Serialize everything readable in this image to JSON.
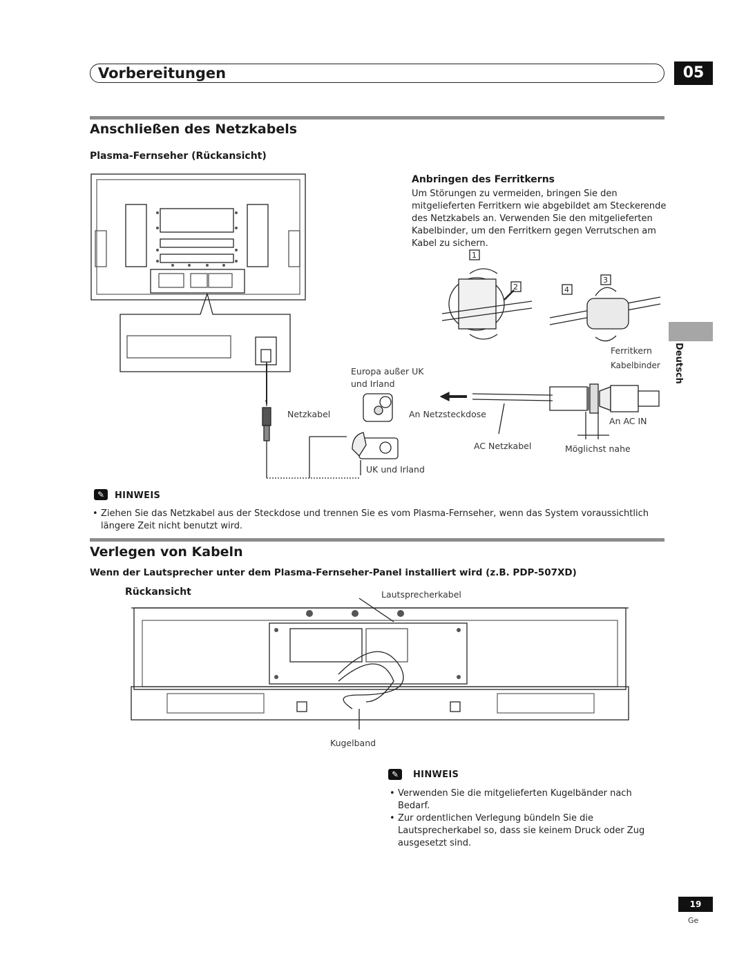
{
  "header": {
    "chapter_title": "Vorbereitungen",
    "chapter_number": "05"
  },
  "section1": {
    "title": "Anschließen des Netzkabels",
    "subtitle": "Plasma-Fernseher (Rückansicht)",
    "ferrite": {
      "title": "Anbringen des Ferritkerns",
      "text": "Um Störungen zu vermeiden, bringen Sie den mitgelieferten Ferritkern wie abgebildet am Steckerende des Netzkabels an. Verwenden Sie den mitgelieferten Kabelbinder, um den Ferritkern gegen Verrutschen am Kabel zu sichern."
    },
    "steps": [
      "1",
      "2",
      "3",
      "4"
    ],
    "labels": {
      "ferritkern": "Ferritkern",
      "kabelbinder": "Kabelbinder",
      "europa": "Europa außer UK",
      "und_irland": "und Irland",
      "netzkabel": "Netzkabel",
      "an_netzsteckdose": "An Netzsteckdose",
      "an_ac_in": "An AC IN",
      "ac_netzkabel": "AC Netzkabel",
      "moeglichst_nahe": "Möglichst nahe",
      "uk_und_irland": "UK und Irland"
    },
    "note": {
      "title": "HINWEIS",
      "items": [
        "Ziehen Sie das Netzkabel aus der Steckdose und trennen Sie es vom Plasma-Fernseher, wenn das System voraussichtlich längere Zeit nicht benutzt wird."
      ]
    }
  },
  "section2": {
    "title": "Verlegen von Kabeln",
    "subtitle": "Wenn der Lautsprecher unter dem Plasma-Fernseher-Panel installiert wird (z.B. PDP-507XD)",
    "rear_label": "Rückansicht",
    "labels": {
      "lautsprecherkabel": "Lautsprecherkabel",
      "kugelband": "Kugelband"
    },
    "note": {
      "title": "HINWEIS",
      "items": [
        "Verwenden Sie die mitgelieferten Kugelbänder nach Bedarf.",
        "Zur ordentlichen Verlegung bündeln Sie die Lautsprecherkabel so, dass sie keinem Druck oder Zug ausgesetzt sind."
      ]
    }
  },
  "side_tab": {
    "language": "Deutsch"
  },
  "footer": {
    "page_number": "19",
    "language_code": "Ge"
  }
}
